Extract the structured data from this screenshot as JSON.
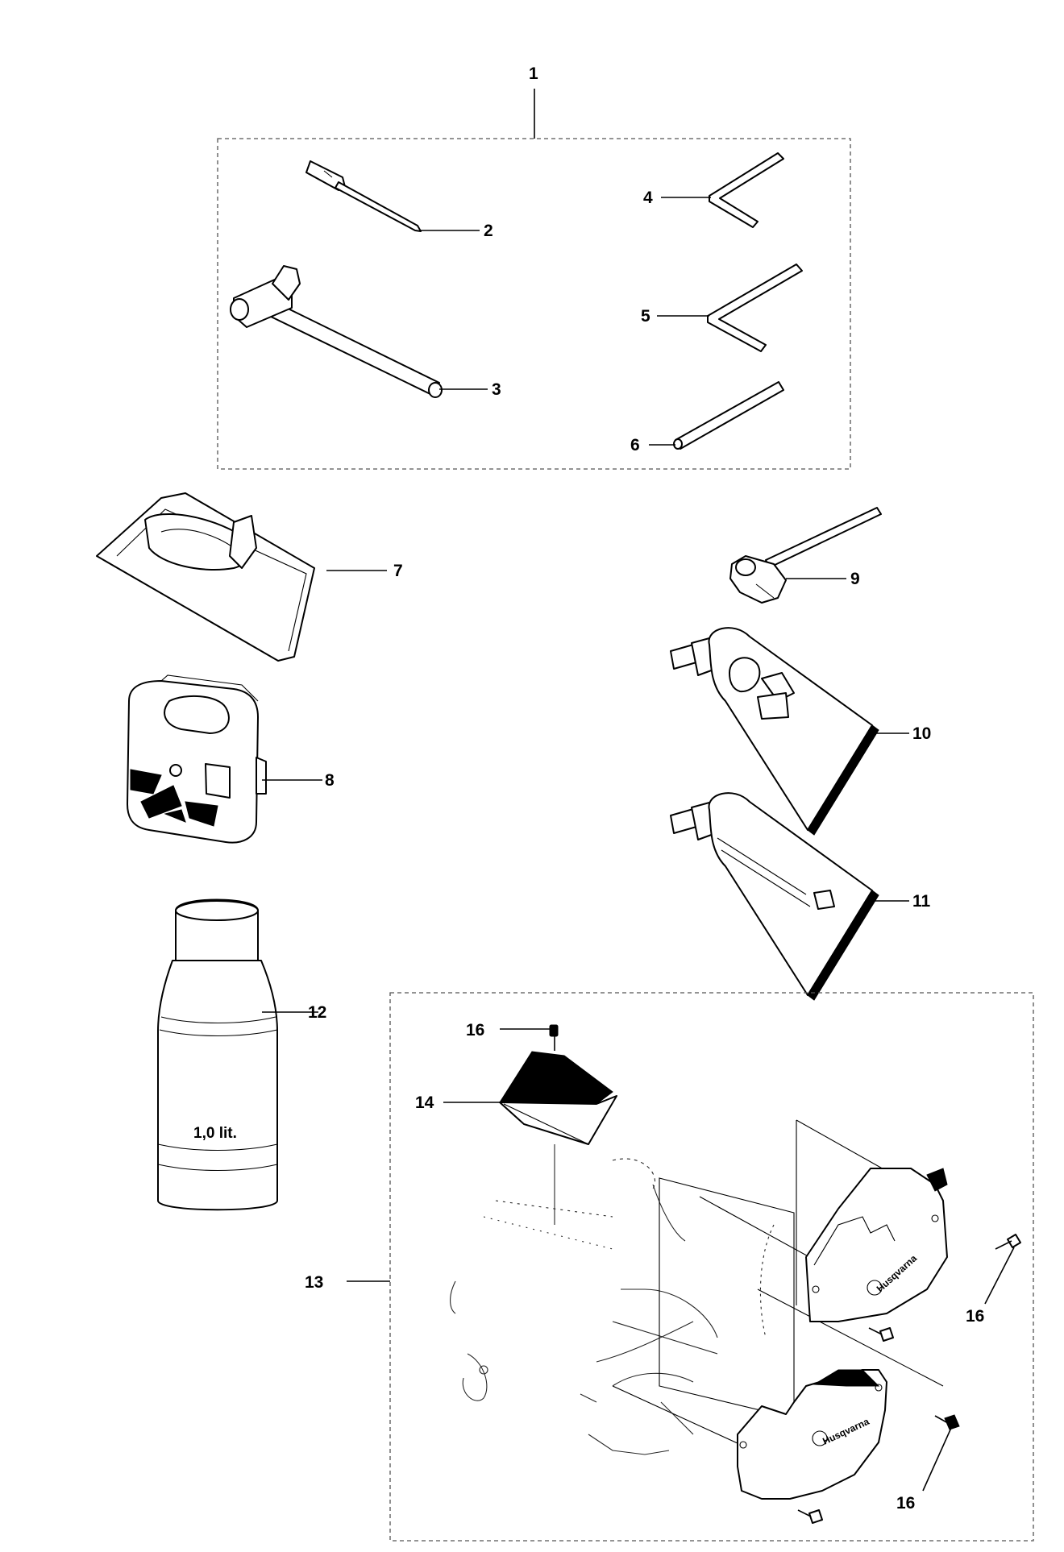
{
  "callouts": {
    "c1": "1",
    "c2": "2",
    "c3": "3",
    "c4": "4",
    "c5": "5",
    "c6": "6",
    "c7": "7",
    "c8": "8",
    "c9": "9",
    "c10": "10",
    "c11": "11",
    "c12": "12",
    "c13": "13",
    "c14": "14",
    "c16a": "16",
    "c16b": "16",
    "c16c": "16"
  },
  "bottle_label": "1,0 lit.",
  "brand_text": "Husqvarna",
  "icons": [
    "spark-plug-wrench",
    "combination-wrench",
    "hex-key",
    "pin",
    "fabric-bag",
    "air-filter",
    "spanner",
    "grease-tube",
    "oil-bottle",
    "cover",
    "screw"
  ]
}
